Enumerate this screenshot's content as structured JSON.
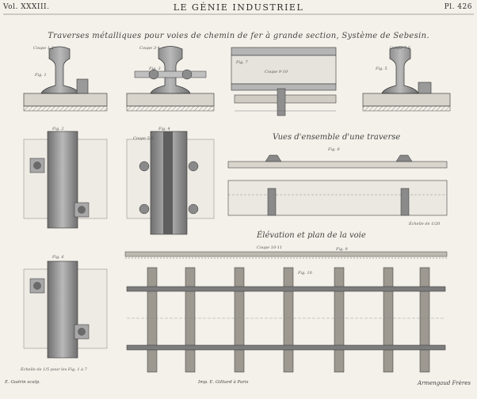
{
  "header": {
    "volume": "Vol. XXXIII.",
    "journal": "LE GÉNIE INDUSTRIEL",
    "plate": "Pl. 426"
  },
  "title": "Traverses métalliques pour voies de chemin de fer à grande section, Système de Sebesin.",
  "sections": {
    "ensemble": "Vues d'ensemble d'une traverse",
    "elevation": "Élévation et plan de la voie"
  },
  "figures": {
    "fig1": "Fig. 1",
    "fig2": "Fig. 2",
    "fig3": "Fig. 3",
    "fig4": "Fig. 4",
    "fig5": "Fig. 5",
    "fig6": "Fig. 6",
    "fig7": "Fig. 7",
    "fig8": "Fig. 8",
    "fig9": "Fig. 9",
    "fig10": "Fig. 10"
  },
  "cuts": {
    "c12": "Coupe 1-2",
    "c34": "Coupe 3-4",
    "c78": "Coupe 7-8",
    "c910": "Coupe 9-10",
    "c56": "Coupe 5-6",
    "c1011": "Coupe 10-11",
    "coupe": "Coupe"
  },
  "scales": {
    "fig8": "Échelle de 1/20",
    "figs": "Échelle de 1/5 pour les Fig. 1 à 7"
  },
  "footer": {
    "engraver": "E. Guérin sculp.",
    "printer": "Imp. E. Gilliard à Paris",
    "publisher": "Armengaud Frères"
  }
}
